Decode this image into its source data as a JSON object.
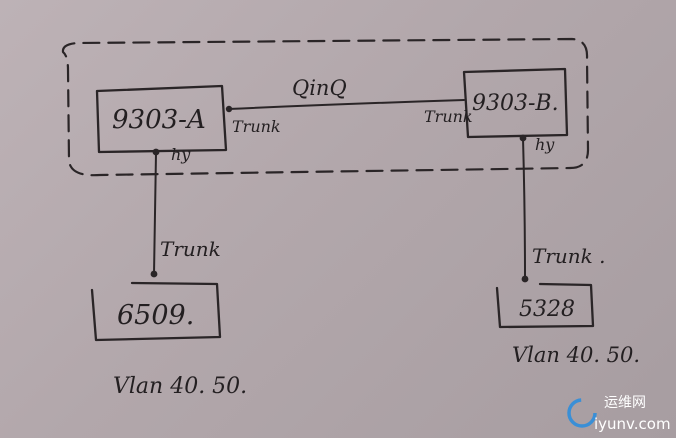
{
  "diagram": {
    "qinq_label": "QinQ",
    "switches": {
      "core_a": {
        "label": "9303-A"
      },
      "core_b": {
        "label": "9303-B."
      },
      "access_left": {
        "label": "6509."
      },
      "access_right": {
        "label": "5328"
      }
    },
    "port_labels": {
      "a_trunk": "Trunk",
      "b_trunk": "Trunk",
      "a_hy": "hy",
      "b_hy": "hy",
      "left_trunk": "Trunk",
      "right_trunk": "Trunk ."
    },
    "vlan_labels": {
      "left": "Vlan 40. 50.",
      "right": "Vlan 40. 50."
    }
  },
  "watermark": {
    "site_cn": "运维网",
    "site_url": "iyunv.com"
  }
}
